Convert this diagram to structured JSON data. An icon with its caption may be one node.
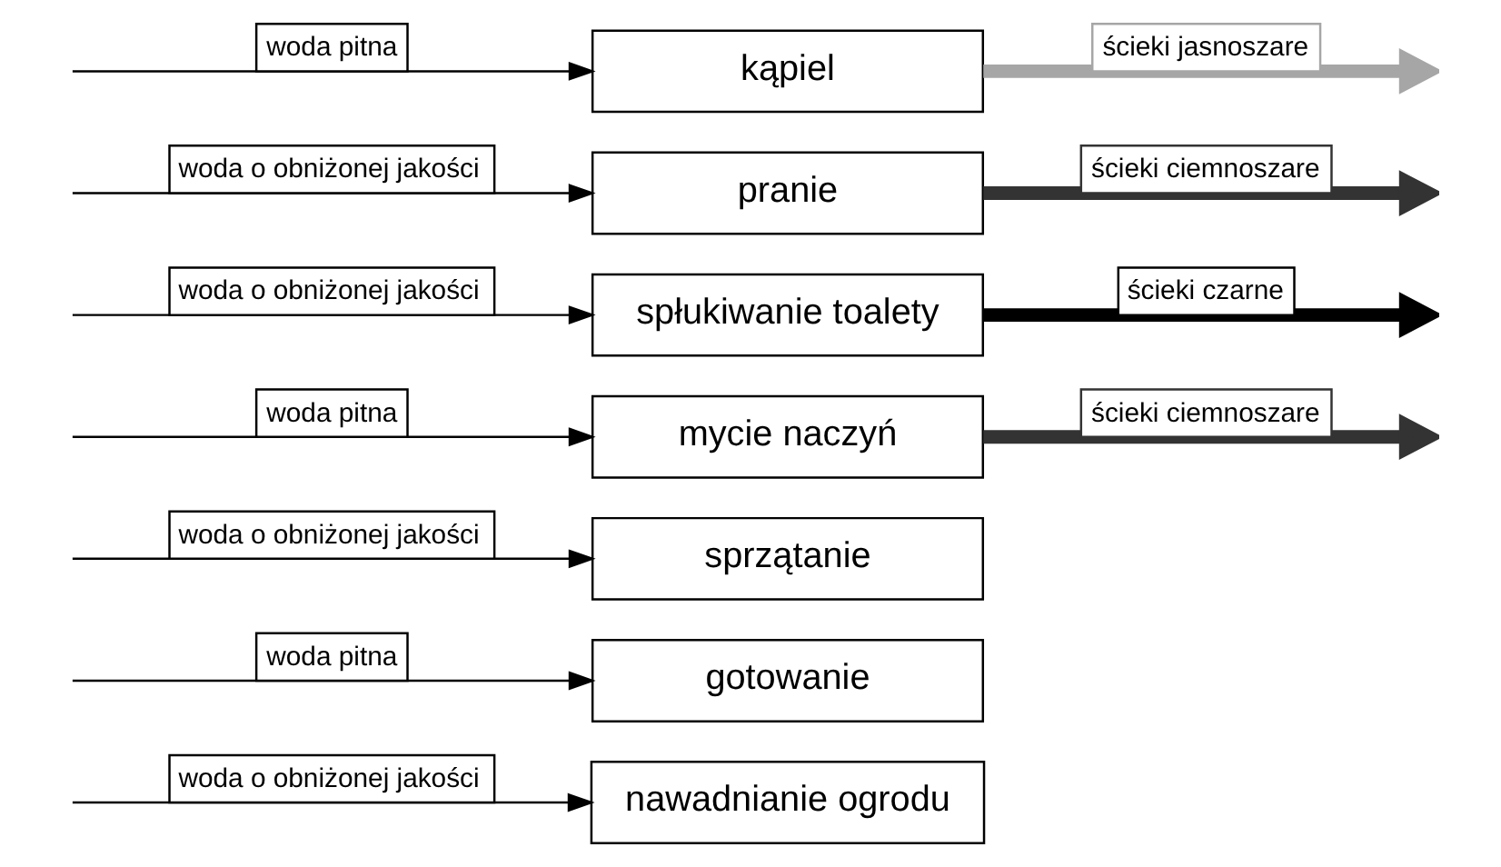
{
  "diagram": {
    "nodes": [
      {
        "text": [
          "kąpiel"
        ]
      },
      {
        "text": [
          "pranie"
        ]
      },
      {
        "text": [
          "spłukiwanie toalety"
        ]
      },
      {
        "text": [
          "mycie naczyń"
        ]
      },
      {
        "text": [
          "sprzątanie"
        ]
      },
      {
        "text": [
          "gotowanie"
        ]
      },
      {
        "text": [
          "nawadnianie ogrodu"
        ]
      }
    ],
    "edges": [
      {
        "from": null,
        "to": 0,
        "arrow": "to",
        "label": "woda pitna"
      },
      {
        "from": 0,
        "to": null,
        "arrow": "to",
        "label": "ścieki jasnoszare",
        "style": "thick",
        "color": "#a6a6a6"
      },
      {
        "from": null,
        "to": 1,
        "arrow": "to",
        "label": "woda o obniżonej jakości"
      },
      {
        "from": 1,
        "to": null,
        "arrow": "to",
        "label": "ścieki ciemnoszare",
        "style": "thick",
        "color": "#333333"
      },
      {
        "from": null,
        "to": 2,
        "arrow": "to",
        "label": "woda o obniżonej jakości"
      },
      {
        "from": 2,
        "to": null,
        "arrow": "to",
        "label": "ścieki czarne",
        "style": "thick",
        "color": "#000000"
      },
      {
        "from": null,
        "to": 3,
        "arrow": "to",
        "label": "woda pitna"
      },
      {
        "from": 3,
        "to": null,
        "arrow": "to",
        "label": "ścieki ciemnoszare",
        "style": "thick",
        "color": "#333333"
      },
      {
        "from": null,
        "to": 4,
        "arrow": "to",
        "label": "woda o obniżonej jakości"
      },
      {
        "from": null,
        "to": 5,
        "arrow": "to",
        "label": "woda pitna"
      },
      {
        "from": null,
        "to": 6,
        "arrow": "to",
        "label": "woda o obniżonej jakości"
      }
    ]
  }
}
